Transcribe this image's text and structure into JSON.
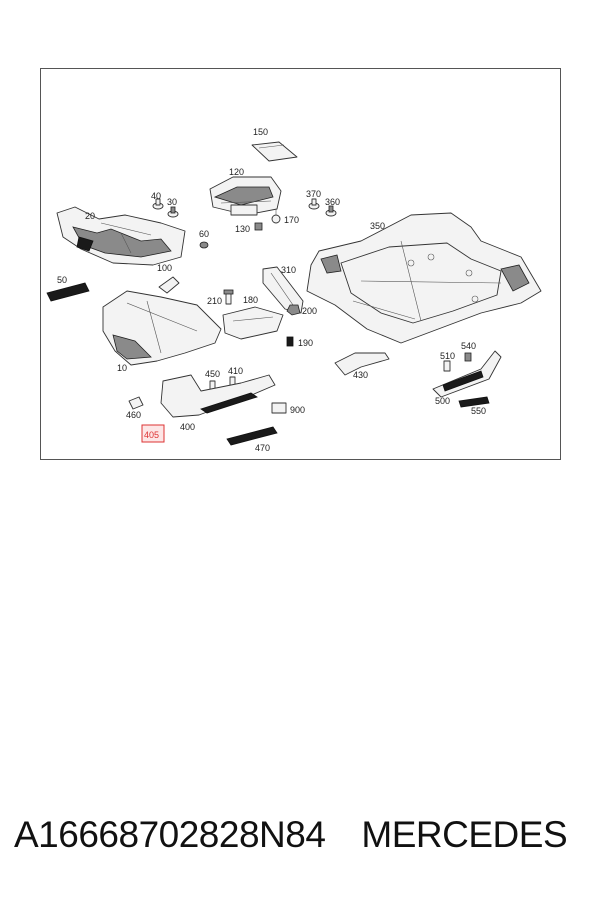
{
  "diagram": {
    "callouts": [
      "150",
      "120",
      "40",
      "30",
      "370",
      "360",
      "20",
      "170",
      "130",
      "350",
      "60",
      "50",
      "100",
      "310",
      "210",
      "180",
      "200",
      "190",
      "10",
      "450",
      "410",
      "430",
      "510",
      "540",
      "460",
      "400",
      "900",
      "500",
      "550",
      "405",
      "470"
    ],
    "highlighted_callout": "405",
    "highlight_color": "#dd3333"
  },
  "caption": {
    "part_number": "A16668702828N84",
    "brand": "MERCEDES"
  }
}
